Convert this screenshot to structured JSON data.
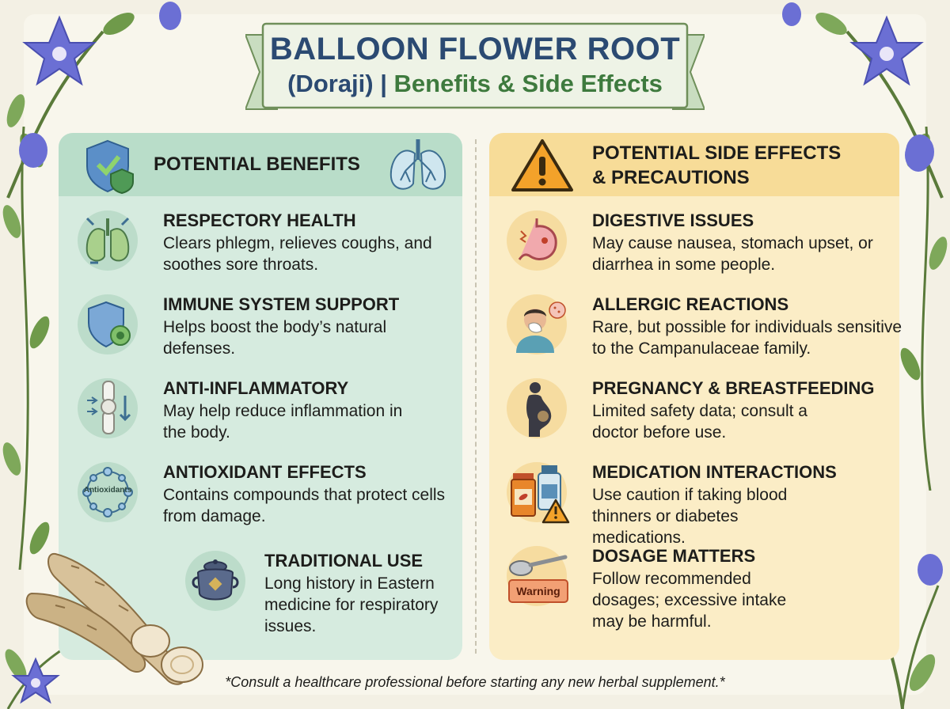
{
  "title": {
    "main": "BALLOON FLOWER ROOT",
    "sub_part1": "(Doraji)",
    "sub_separator": " | ",
    "sub_part2": "Benefits & Side Effects"
  },
  "benefits": {
    "heading": "POTENTIAL BENEFITS",
    "items": [
      {
        "icon": "lungs-icon",
        "title": "RESPECTORY HEALTH",
        "desc": "Clears phlegm, relieves coughs, and soothes sore throats."
      },
      {
        "icon": "shield-cell-icon",
        "title": "IMMUNE SYSTEM SUPPORT",
        "desc": "Helps boost the body’s natural defenses."
      },
      {
        "icon": "joint-icon",
        "title": "ANTI-INFLAMMATORY",
        "desc": "May help reduce inflammation in the body."
      },
      {
        "icon": "molecule-icon",
        "title": "ANTIOXIDANT EFFECTS",
        "desc": "Contains compounds that protect cells from damage.",
        "icon_label": "Antioxidants"
      },
      {
        "icon": "herbal-pot-icon",
        "title": "TRADITIONAL USE",
        "desc": "Long history in Eastern medicine for respiratory issues."
      }
    ]
  },
  "side_effects": {
    "heading_line1": "POTENTIAL SIDE EFFECTS",
    "heading_line2": "& PRECAUTIONS",
    "items": [
      {
        "icon": "stomach-icon",
        "title": "DIGESTIVE ISSUES",
        "desc": "May cause nausea, stomach upset, or diarrhea in some people."
      },
      {
        "icon": "sneezing-person-icon",
        "title": "ALLERGIC REACTIONS",
        "desc": "Rare, but possible for individuals sensitive to the Campanulaceae family."
      },
      {
        "icon": "pregnant-silhouette-icon",
        "title": "PREGNANCY & BREASTFEEDING",
        "desc": "Limited safety data; consult a doctor before use."
      },
      {
        "icon": "medication-bottles-icon",
        "title": "MEDICATION INTERACTIONS",
        "desc": "Use caution if taking blood thinners or diabetes medications."
      },
      {
        "icon": "spoon-icon",
        "title": "DOSAGE MATTERS",
        "desc": "Follow recommended dosages; excessive intake may be harmful.",
        "icon_label": "Warning"
      }
    ]
  },
  "footer": "*Consult a healthcare professional before starting any new herbal supplement.*",
  "colors": {
    "title_blue": "#2b4a72",
    "title_green": "#3e7a3e",
    "benefits_bg": "#d6ebdf",
    "side_effects_bg": "#fbedc6",
    "flower": "#6b6fd4"
  }
}
